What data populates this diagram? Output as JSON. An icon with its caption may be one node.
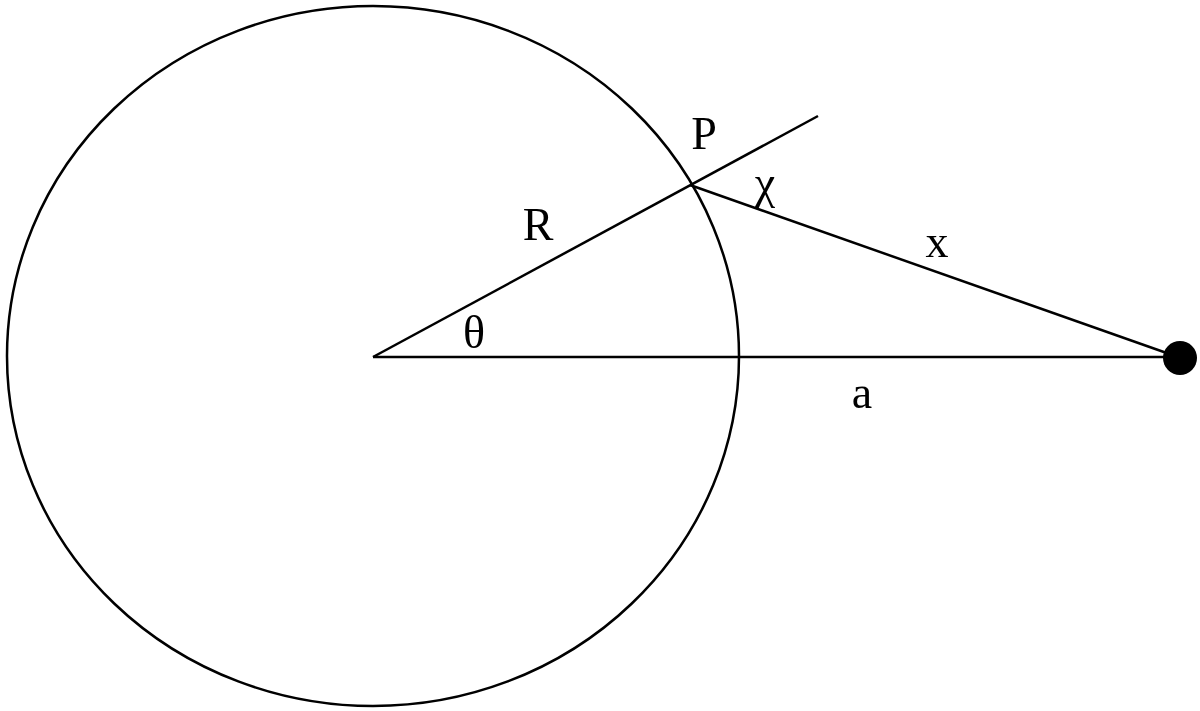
{
  "diagram": {
    "labels": [
      "P",
      "χ",
      "R",
      "x",
      "θ",
      "a"
    ]
  }
}
